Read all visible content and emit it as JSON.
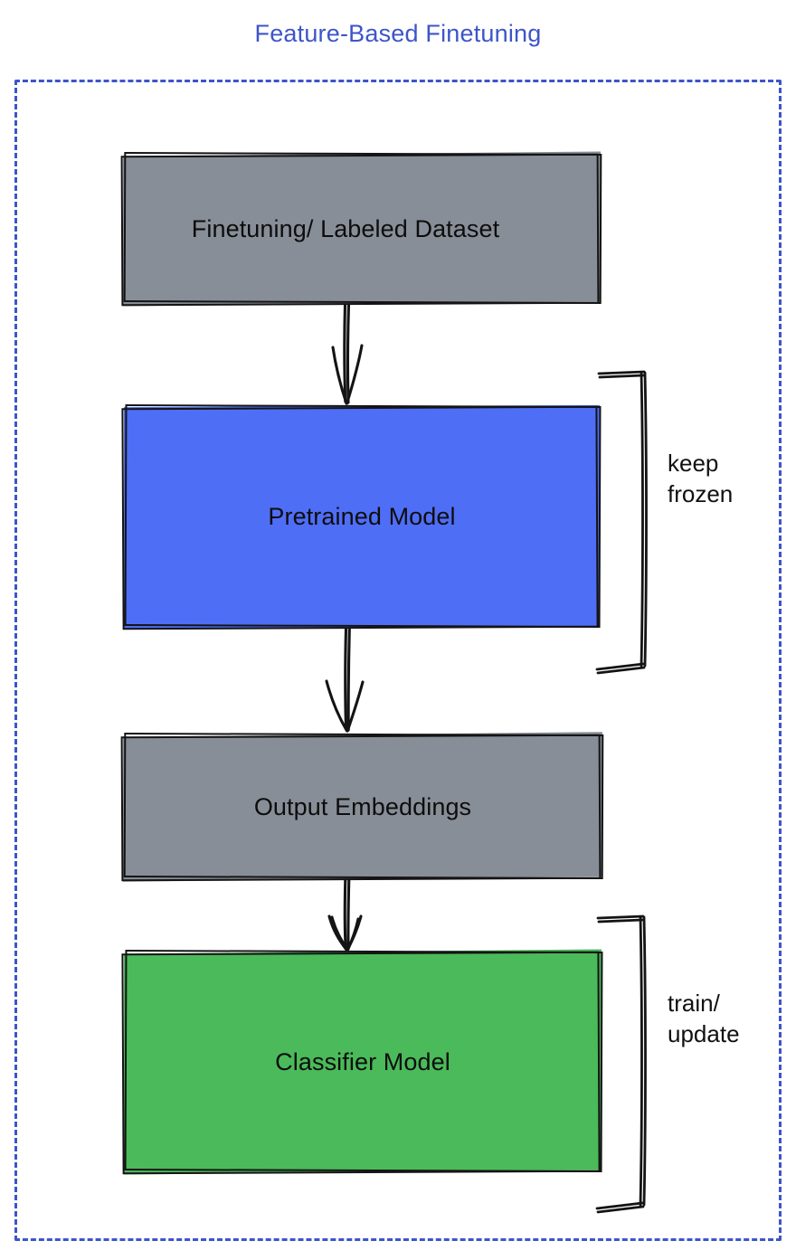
{
  "diagram": {
    "title": "Feature-Based Finetuning",
    "title_color": "#3d55c9",
    "frame_color": "#3d55c9",
    "background": "#ffffff",
    "style": "hand-drawn sketch (excalidraw)",
    "nodes": [
      {
        "id": "dataset",
        "label": "Finetuning/ Labeled Dataset",
        "fill": "#888e97",
        "stroke": "#141414",
        "text_color": "#0d0d0d"
      },
      {
        "id": "pretrained",
        "label": "Pretrained Model",
        "fill": "#4f6ef6",
        "stroke": "#141414",
        "text_color": "#0d0d0d"
      },
      {
        "id": "embeddings",
        "label": "Output Embeddings",
        "fill": "#888e97",
        "stroke": "#141414",
        "text_color": "#0d0d0d"
      },
      {
        "id": "classifier",
        "label": "Classifier Model",
        "fill": "#4bba5a",
        "stroke": "#141414",
        "text_color": "#0d0d0d"
      }
    ],
    "edges": [
      {
        "from": "dataset",
        "to": "pretrained",
        "kind": "arrow-down"
      },
      {
        "from": "pretrained",
        "to": "embeddings",
        "kind": "arrow-down"
      },
      {
        "from": "embeddings",
        "to": "classifier",
        "kind": "arrow-down"
      }
    ],
    "annotations": [
      {
        "id": "keep-frozen",
        "text": "keep\nfrozen",
        "target": "pretrained",
        "bracket": "right"
      },
      {
        "id": "train-update",
        "text": "train/\nupdate",
        "target": "classifier",
        "bracket": "right"
      }
    ]
  }
}
